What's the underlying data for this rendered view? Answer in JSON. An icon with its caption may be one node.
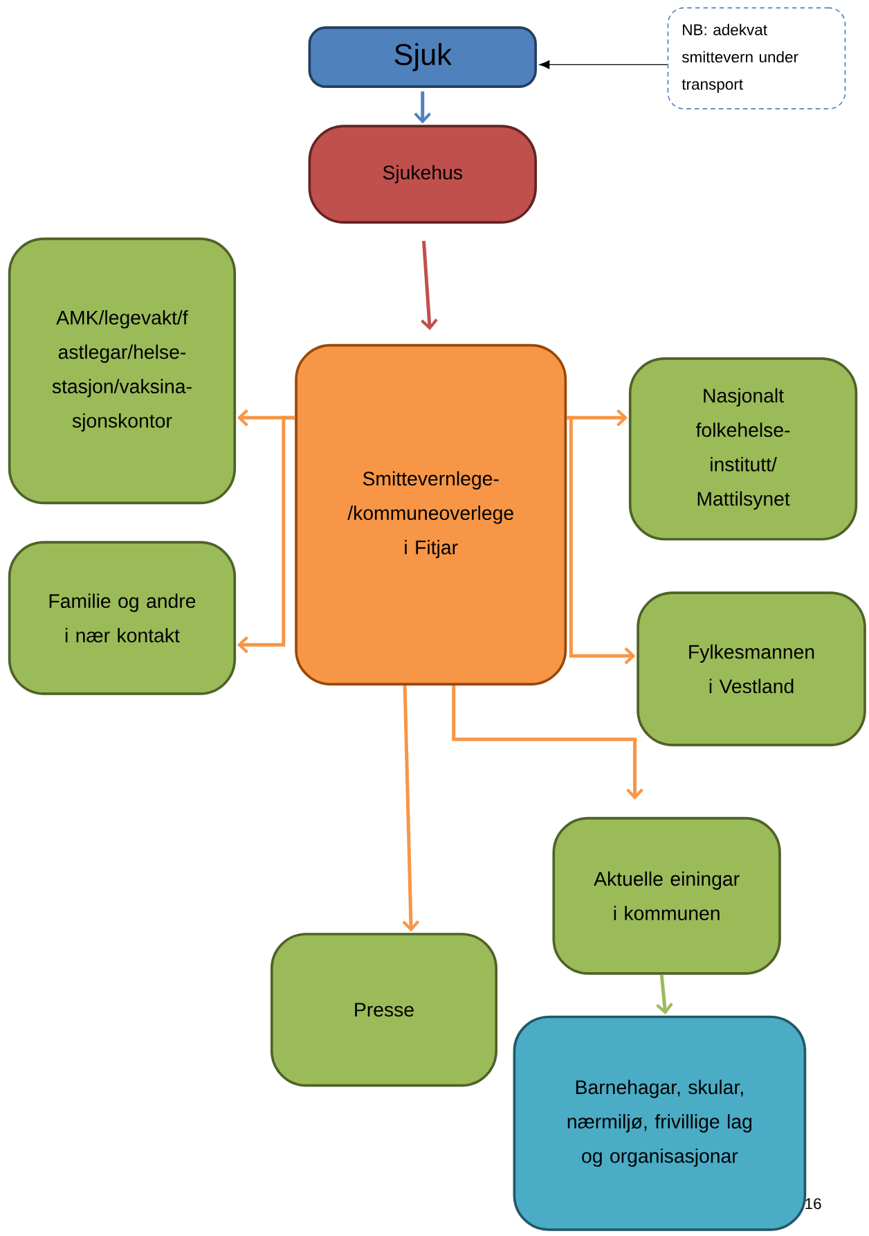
{
  "diagram": {
    "nodes": [
      {
        "text": [
          "Sjuk"
        ]
      },
      {
        "text": [
          "NB: adekvat smittevern under transport"
        ]
      },
      {
        "text": [
          "Sjukehus"
        ]
      },
      {
        "text": [
          "Smittevernlege- /kommuneoverlege i Fitjar"
        ]
      },
      {
        "text": [
          "AMK/legevakt/f astlegar/helse- stasjon/vaksina- sjonskontor"
        ]
      },
      {
        "text": [
          "Nasjonalt folkehelse- institutt/ Mattilsynet"
        ]
      },
      {
        "text": [
          "Familie og andre i nær kontakt"
        ]
      },
      {
        "text": [
          "Fylkesmannen i Vestland"
        ]
      },
      {
        "text": [
          "Aktuelle einingar i kommunen"
        ]
      },
      {
        "text": [
          "Presse"
        ]
      },
      {
        "text": [
          "Barnehagar, skular, nærmiljø, frivillige lag og organisasjonar"
        ]
      }
    ],
    "edges": [
      {
        "from": 0,
        "to": 2,
        "arrow": "to",
        "color": "#4f81bd"
      },
      {
        "from": 1,
        "to": 0,
        "arrow": "to",
        "color": "#000000"
      },
      {
        "from": 2,
        "to": 3,
        "arrow": "to",
        "color": "#c0504d"
      },
      {
        "from": 3,
        "to": 4,
        "arrow": "to"
      },
      {
        "from": 3,
        "to": 6,
        "arrow": "to"
      },
      {
        "from": 3,
        "to": 5,
        "arrow": "to"
      },
      {
        "from": 3,
        "to": 7,
        "arrow": "to"
      },
      {
        "from": 3,
        "to": 9,
        "arrow": "to"
      },
      {
        "from": 3,
        "to": 8,
        "arrow": "to"
      },
      {
        "from": 8,
        "to": 10,
        "arrow": "to",
        "color": "#9bbb59"
      }
    ],
    "labels": [
      "16"
    ]
  }
}
